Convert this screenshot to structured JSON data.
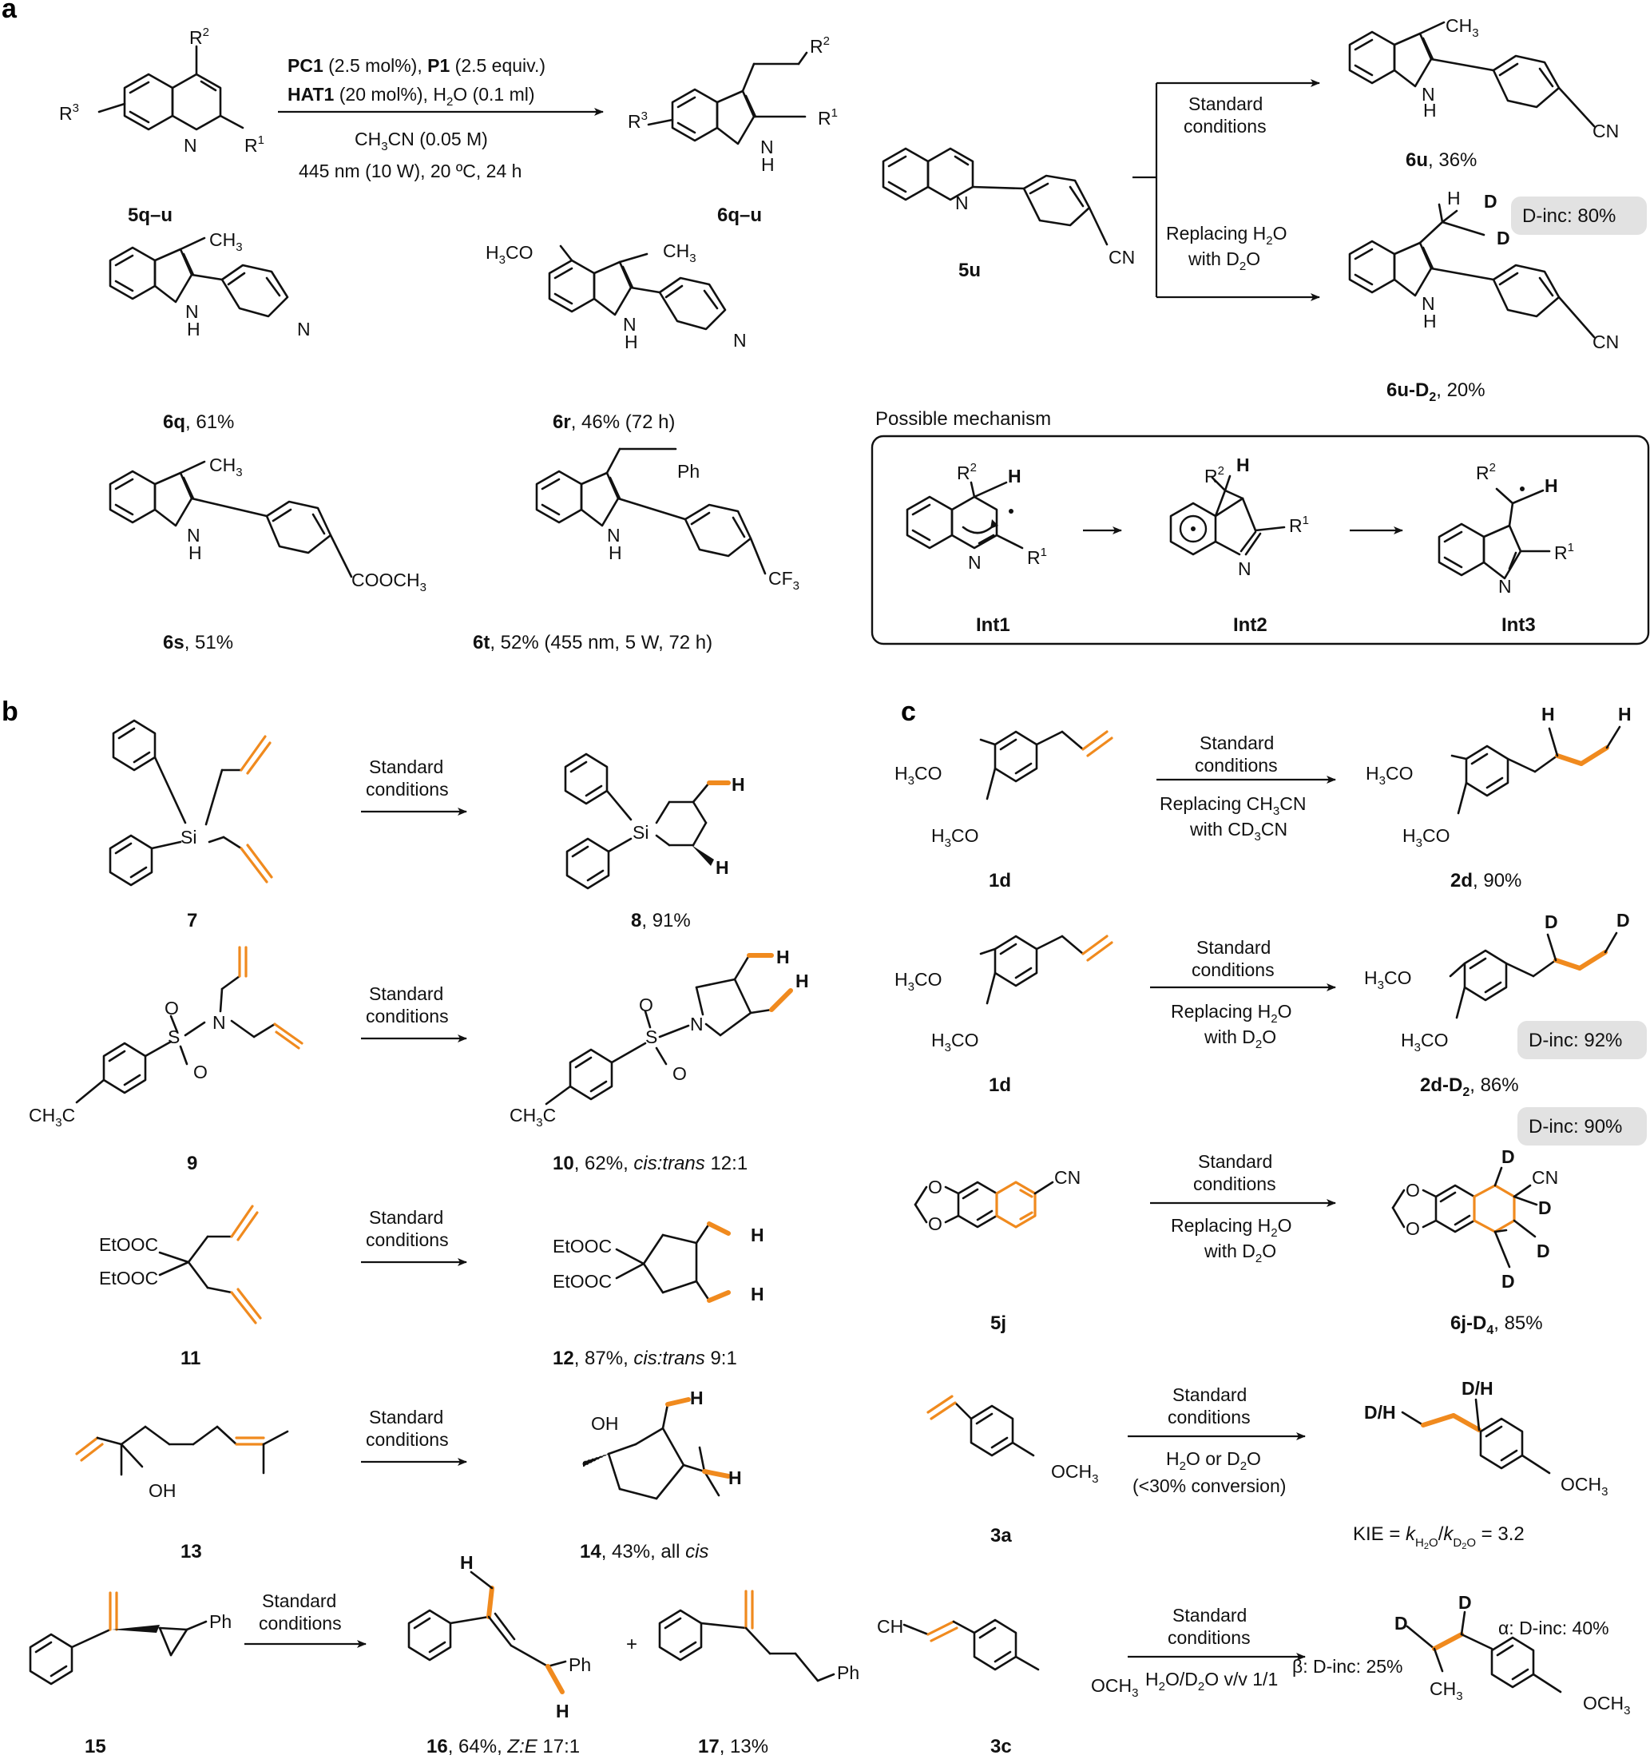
{
  "panels": {
    "a": "a",
    "b": "b",
    "c": "c"
  },
  "atoms": {
    "N": "N",
    "H": "H",
    "NH": "N",
    "D": "D",
    "CN": "CN",
    "CH3": "CH",
    "Si": "Si",
    "S": "S",
    "O": "O",
    "OH": "OH",
    "Ph": "Ph",
    "H3CO": "H",
    "COOCH3": "COOCH",
    "CF3": "CF",
    "EtOOC": "EtOOC",
    "DH": "D/H",
    "R1": "R",
    "R2": "R",
    "R3": "R",
    "OCH3": "OCH",
    "sub3": "3",
    "sub1": "1",
    "sub2": "2"
  },
  "panel_a": {
    "conditions": {
      "line1_pc1": "PC1",
      "line1_pc1_amt": " (2.5 mol%), ",
      "line1_p1": "P1",
      "line1_p1_amt": " (2.5 equiv.)",
      "line2_hat1": "HAT1",
      "line2_rest": " (20 mol%), H",
      "line2_tail": "O (0.1 ml)",
      "line3": "CH",
      "line3_tail": "CN (0.05 M)",
      "line4": "445 nm (10 W), 20 ºC, 24 h"
    },
    "labels": {
      "start": "5q–u",
      "product": "6q–u",
      "c6q": "6q",
      "c6q_y": ", 61%",
      "c6r": "6r",
      "c6r_y": ", 46% (72 h)",
      "c6s": "6s",
      "c6s_y": ", 51%",
      "c6t": "6t",
      "c6t_y": ", 52% (455 nm, 5 W, 72 h)",
      "c5u": "5u",
      "c6u": "6u",
      "c6u_y": ", 36%",
      "c6uD2": "6u-D",
      "c6uD2_sub": "2",
      "c6uD2_y": ", 20%"
    },
    "branch": {
      "std1": "Standard",
      "std2": "conditions",
      "rep1": "Replacing H",
      "rep1_tail": "O",
      "rep2": "with D",
      "rep2_tail": "O"
    },
    "badge_6uD2": "D-inc: 80%",
    "mechanism": {
      "title": "Possible mechanism",
      "int1": "Int1",
      "int2": "Int2",
      "int3": "Int3"
    }
  },
  "panel_b": {
    "std1": "Standard",
    "std2": "conditions",
    "c7": "7",
    "c8": "8",
    "c8_y": ", 91%",
    "c9": "9",
    "c10": "10",
    "c10_y": ", 62%, ",
    "c10_it": "cis:trans",
    "c10_r": " 12:1",
    "c11": "11",
    "c12": "12",
    "c12_y": ", 87%, ",
    "c12_it": "cis:trans",
    "c12_r": " 9:1",
    "c13": "13",
    "c14": "14",
    "c14_y": ", 43%, all ",
    "c14_it": "cis",
    "c15": "15",
    "c16": "16",
    "c16_y": ", 64%, ",
    "c16_it": "Z:E",
    "c16_r": " 17:1",
    "plus": "+",
    "c17": "17",
    "c17_y": ", 13%"
  },
  "panel_c": {
    "std1": "Standard",
    "std2": "conditions",
    "r1_a": "Replacing CH",
    "r1_b": "CN",
    "r1_c": "with CD",
    "r1_d": "CN",
    "r2_a": "Replacing H",
    "r2_b": "O",
    "r2_c": "with D",
    "r2_d": "O",
    "r4_a": "H",
    "r4_b": "O or D",
    "r4_c": "O",
    "r4_d": "(<30% conversion)",
    "r5_a": "H",
    "r5_b": "O/D",
    "r5_c": "O v/v 1/1",
    "c1d": "1d",
    "c2d": "2d",
    "c2d_y": ", 90%",
    "c2dD2": "2d-D",
    "c2dD2_sub": "2",
    "c2dD2_y": ", 86%",
    "badge_2d": "D-inc: 92%",
    "c5j": "5j",
    "c6jD4": "6j-D",
    "c6jD4_sub": "4",
    "c6jD4_y": ", 85%",
    "badge_6j": "D-inc: 90%",
    "c3a": "3a",
    "c3c": "3c",
    "kie_a": "KIE = ",
    "kie_k": "k",
    "kie_h2o": "H",
    "kie_sub2": "2",
    "kie_o": "O",
    "kie_slash": "/",
    "kie_d2o": "D",
    "kie_eq": " = 3.2",
    "alpha": "α: D-inc: 40%",
    "beta": "β: D-inc: 25%"
  }
}
